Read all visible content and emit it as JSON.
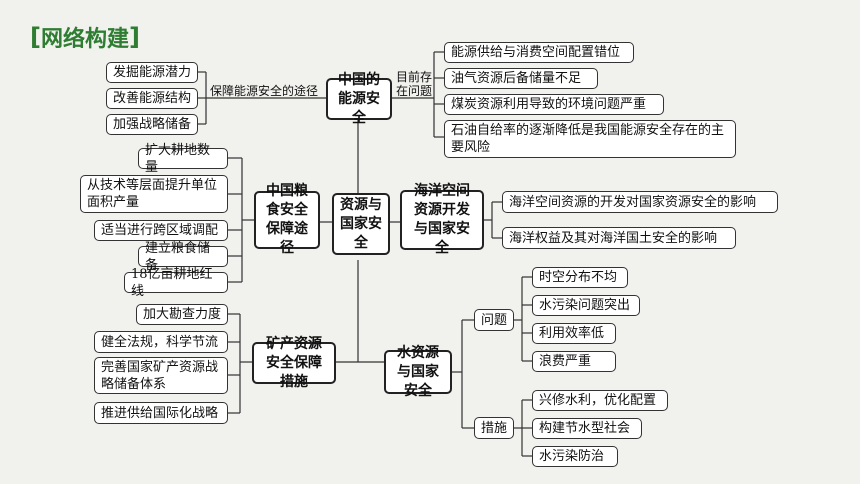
{
  "header": {
    "title": "网络构建"
  },
  "center": {
    "label": "资源与国家安全"
  },
  "energy": {
    "label": "中国的能源安全",
    "path_label": "保障能源安全的途径",
    "problem_label": "目前存在问题",
    "paths": [
      "发掘能源潜力",
      "改善能源结构",
      "加强战略储备"
    ],
    "problems": [
      "能源供给与消费空间配置错位",
      "油气资源后备储量不足",
      "煤炭资源利用导致的环境问题严重",
      "石油自给率的逐渐降低是我国能源安全存在的主要风险"
    ]
  },
  "food": {
    "label": "中国粮食安全保障途径",
    "items": [
      "扩大耕地数量",
      "从技术等层面提升单位面积产量",
      "适当进行跨区域调配",
      "建立粮食储备",
      "18亿亩耕地红线"
    ]
  },
  "ocean": {
    "label": "海洋空间资源开发与国家安全",
    "items": [
      "海洋空间资源的开发对国家资源安全的影响",
      "海洋权益及其对海洋国土安全的影响"
    ]
  },
  "mineral": {
    "label": "矿产资源安全保障措施",
    "items": [
      "加大勘查力度",
      "健全法规，科学节流",
      "完善国家矿产资源战略储备体系",
      "推进供给国际化战略"
    ]
  },
  "water": {
    "label": "水资源与国家安全",
    "problem_label": "问题",
    "measure_label": "措施",
    "problems": [
      "时空分布不均",
      "水污染问题突出",
      "利用效率低",
      "浪费严重"
    ],
    "measures": [
      "兴修水利，优化配置",
      "构建节水型社会",
      "水污染防治"
    ]
  },
  "colors": {
    "accent": "#2e7d32",
    "line": "#333333"
  }
}
